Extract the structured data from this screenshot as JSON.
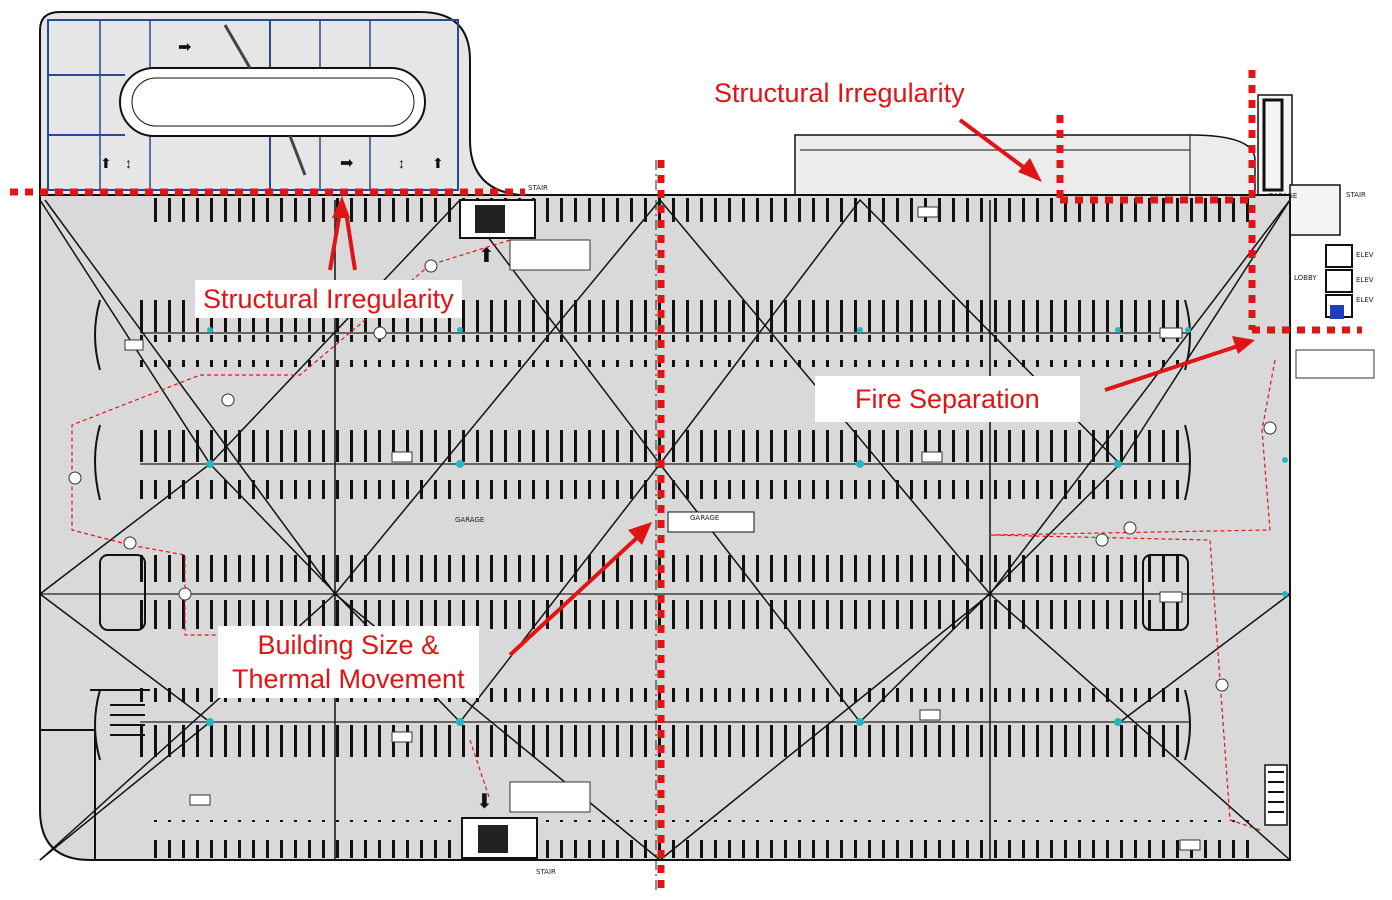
{
  "annotations": {
    "structural_top": "Structural Irregularity",
    "structural_left": "Structural Irregularity",
    "fire_separation": "Fire Separation",
    "building_size_line1": "Building Size &",
    "building_size_line2": "Thermal Movement"
  },
  "plan_labels": {
    "garage_center": "GARAGE",
    "garage_small": "GARAGE",
    "garage_right": "GARAGE",
    "stair_top": "STAIR",
    "stair_bottom": "STAIR",
    "stair_right": "STAIR",
    "lobby": "LOBBY",
    "elev_1": "ELEV",
    "elev_2": "ELEV",
    "elev_3": "ELEV"
  },
  "colors": {
    "annotation": "#e01414",
    "floor": "#d9d9d9",
    "linework": "#1a1a1a",
    "ramp_blue": "#2b4c8c"
  }
}
